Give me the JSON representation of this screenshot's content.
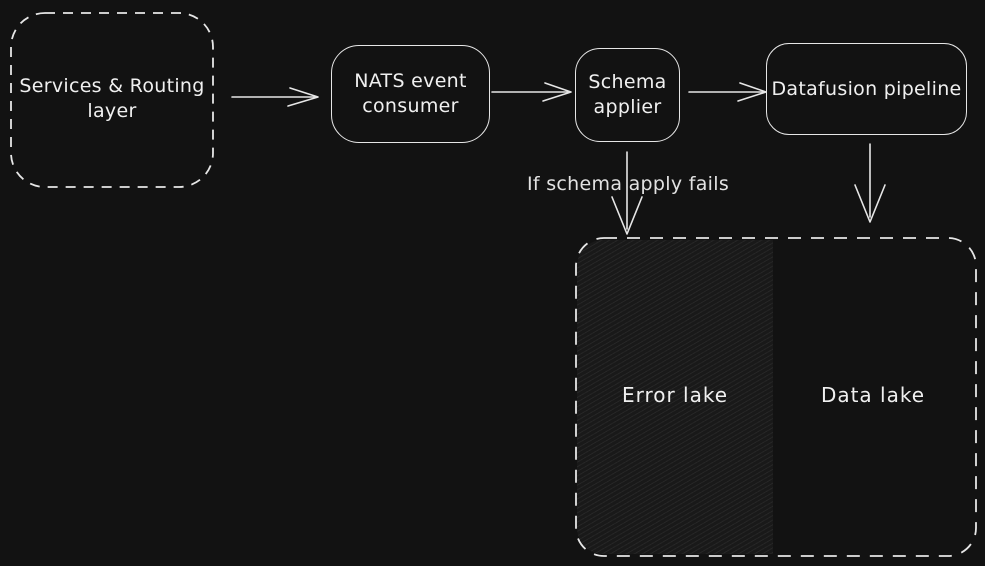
{
  "colors": {
    "background": "#121212",
    "stroke": "#e6e6e6",
    "text": "#f0f0f0",
    "hatch_base": "#191919"
  },
  "nodes": {
    "services": {
      "line1": "Services & Routing",
      "line2": "layer"
    },
    "nats": {
      "line1": "NATS event",
      "line2": "consumer"
    },
    "schema": {
      "line1": "Schema",
      "line2": "applier"
    },
    "datafusion": {
      "label": "Datafusion pipeline"
    },
    "error_lake": {
      "label": "Error lake"
    },
    "data_lake": {
      "label": "Data lake"
    }
  },
  "annotations": {
    "fail_condition": "If schema apply fails"
  },
  "edges": [
    {
      "from": "services",
      "to": "nats"
    },
    {
      "from": "nats",
      "to": "schema"
    },
    {
      "from": "schema",
      "to": "datafusion"
    },
    {
      "from": "schema",
      "to": "error_lake",
      "label": "If schema apply fails"
    },
    {
      "from": "datafusion",
      "to": "data_lake"
    }
  ]
}
